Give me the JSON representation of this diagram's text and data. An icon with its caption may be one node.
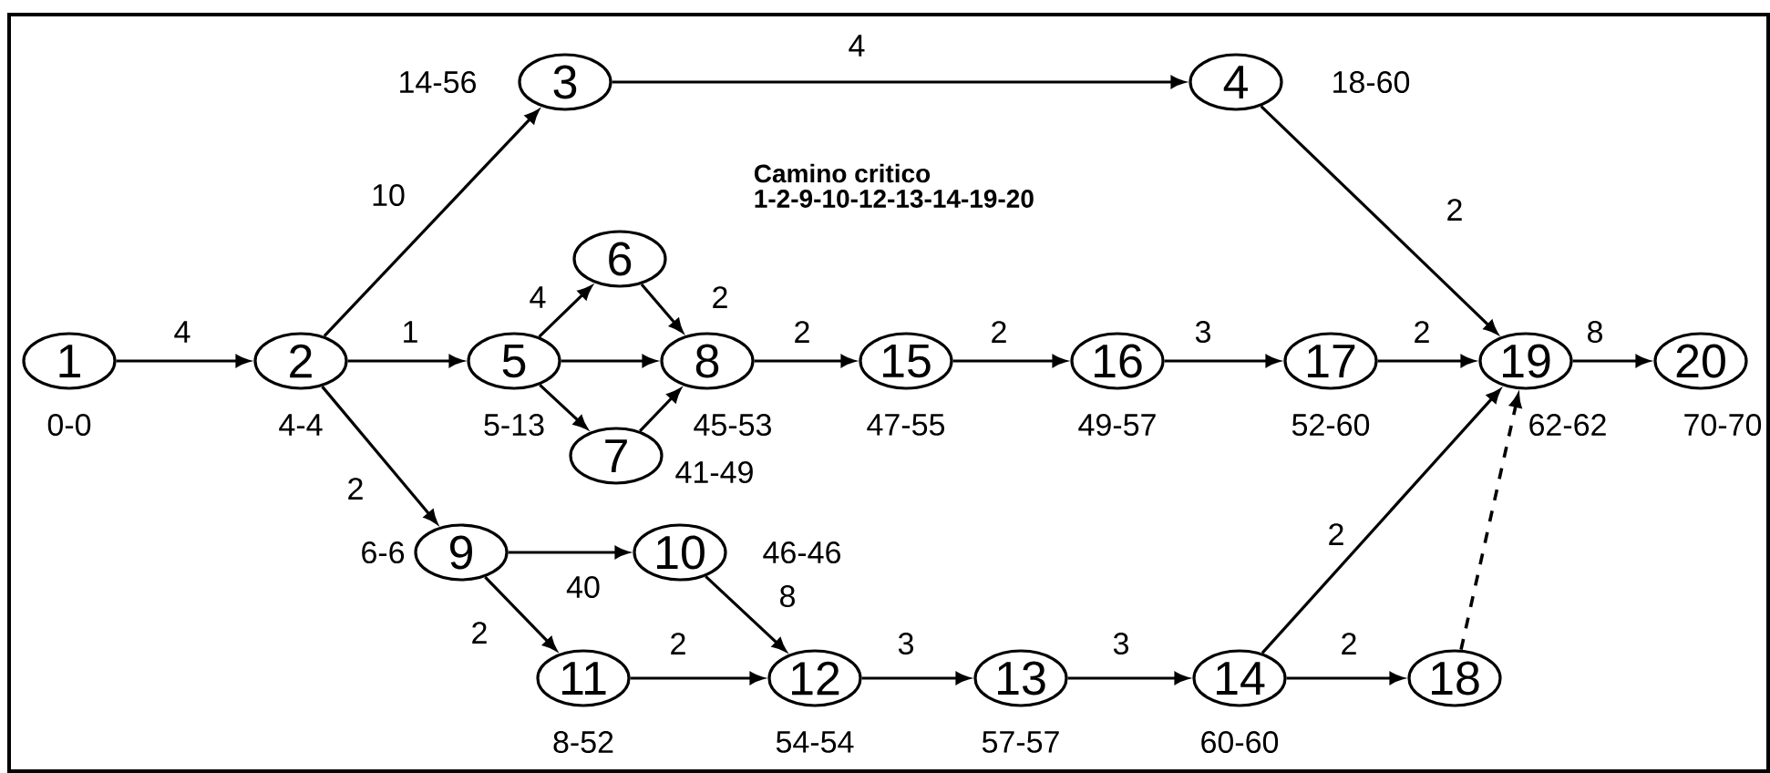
{
  "diagram": {
    "nodes": [
      {
        "text": [
          "1"
        ],
        "beside": [
          "0-0"
        ]
      },
      {
        "text": [
          "2"
        ],
        "beside": [
          "4-4"
        ]
      },
      {
        "text": [
          "3"
        ],
        "beside": [
          "14-56"
        ]
      },
      {
        "text": [
          "4"
        ],
        "beside": [
          "18-60"
        ]
      },
      {
        "text": [
          "5"
        ],
        "beside": [
          "5-13"
        ]
      },
      {
        "text": [
          "6"
        ]
      },
      {
        "text": [
          "7"
        ],
        "beside": [
          "41-49"
        ]
      },
      {
        "text": [
          "8"
        ],
        "beside": [
          "45-53"
        ]
      },
      {
        "text": [
          "9"
        ],
        "beside": [
          "6-6"
        ]
      },
      {
        "text": [
          "10"
        ],
        "beside": [
          "46-46"
        ]
      },
      {
        "text": [
          "11"
        ],
        "beside": [
          "8-52"
        ]
      },
      {
        "text": [
          "12"
        ],
        "beside": [
          "54-54"
        ]
      },
      {
        "text": [
          "13"
        ],
        "beside": [
          "57-57"
        ]
      },
      {
        "text": [
          "14"
        ],
        "beside": [
          "60-60"
        ]
      },
      {
        "text": [
          "15"
        ],
        "beside": [
          "47-55"
        ]
      },
      {
        "text": [
          "16"
        ],
        "beside": [
          "49-57"
        ]
      },
      {
        "text": [
          "17"
        ],
        "beside": [
          "52-60"
        ]
      },
      {
        "text": [
          "18"
        ]
      },
      {
        "text": [
          "19"
        ],
        "beside": [
          "62-62"
        ]
      },
      {
        "text": [
          "20"
        ],
        "beside": [
          "70-70"
        ]
      }
    ],
    "edges": [
      {
        "from": 0,
        "to": 1,
        "arrow": "to",
        "label": "4"
      },
      {
        "from": 1,
        "to": 2,
        "arrow": "to",
        "label": "10"
      },
      {
        "from": 2,
        "to": 3,
        "arrow": "to",
        "label": "4"
      },
      {
        "from": 1,
        "to": 4,
        "arrow": "to",
        "label": "1"
      },
      {
        "from": 4,
        "to": 5,
        "arrow": "to",
        "label": "4"
      },
      {
        "from": 4,
        "to": 7,
        "arrow": "to"
      },
      {
        "from": 4,
        "to": 6,
        "arrow": "to"
      },
      {
        "from": 5,
        "to": 7,
        "arrow": "to",
        "label": "2"
      },
      {
        "from": 6,
        "to": 7,
        "arrow": "to"
      },
      {
        "from": 7,
        "to": 14,
        "arrow": "to",
        "label": "2"
      },
      {
        "from": 14,
        "to": 15,
        "arrow": "to",
        "label": "2"
      },
      {
        "from": 15,
        "to": 16,
        "arrow": "to",
        "label": "3"
      },
      {
        "from": 16,
        "to": 18,
        "arrow": "to",
        "label": "2"
      },
      {
        "from": 18,
        "to": 19,
        "arrow": "to",
        "label": "8"
      },
      {
        "from": 3,
        "to": 18,
        "arrow": "to",
        "label": "2"
      },
      {
        "from": 1,
        "to": 8,
        "arrow": "to",
        "label": "2"
      },
      {
        "from": 8,
        "to": 9,
        "arrow": "to",
        "label": "40"
      },
      {
        "from": 8,
        "to": 10,
        "arrow": "to",
        "label": "2"
      },
      {
        "from": 9,
        "to": 11,
        "arrow": "to",
        "label": "8"
      },
      {
        "from": 10,
        "to": 11,
        "arrow": "to",
        "label": "2"
      },
      {
        "from": 11,
        "to": 12,
        "arrow": "to",
        "label": "3"
      },
      {
        "from": 12,
        "to": 13,
        "arrow": "to",
        "label": "3"
      },
      {
        "from": 13,
        "to": 18,
        "arrow": "to",
        "label": "2"
      },
      {
        "from": 13,
        "to": 17,
        "arrow": "to",
        "label": "2"
      },
      {
        "from": 17,
        "to": 18,
        "arrow": "to",
        "style": "dashed"
      }
    ],
    "labels": [
      "Camino critico",
      "1-2-9-10-12-13-14-19-20"
    ]
  }
}
